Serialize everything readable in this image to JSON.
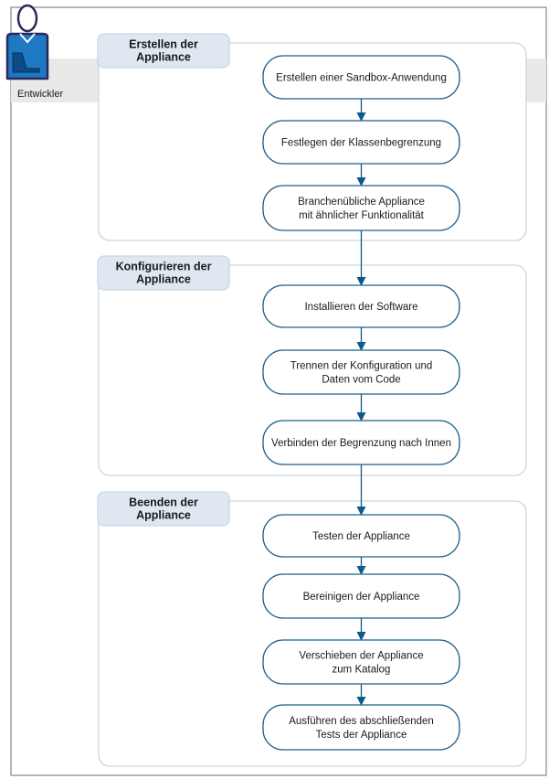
{
  "actor": {
    "label": "Entwickler"
  },
  "colors": {
    "arrow": "#0d5a8a",
    "step_border": "#1f5f8b",
    "phase_border": "#c8d7e4",
    "header_fill": "#dfe8f1",
    "lane_band": "#e9e9e9",
    "actor_blue": "#1e78c2"
  },
  "phases": [
    {
      "title": [
        "Erstellen der",
        "Appliance"
      ],
      "steps": [
        [
          "Erstellen einer Sandbox-Anwendung"
        ],
        [
          "Festlegen der Klassenbegrenzung"
        ],
        [
          "Branchenübliche Appliance",
          "mit ähnlicher Funktionalität"
        ]
      ]
    },
    {
      "title": [
        "Konfigurieren der",
        "Appliance"
      ],
      "steps": [
        [
          "Installieren der Software"
        ],
        [
          "Trennen der Konfiguration und",
          "Daten vom Code"
        ],
        [
          "Verbinden der Begrenzung nach Innen"
        ]
      ]
    },
    {
      "title": [
        "Beenden der",
        "Appliance"
      ],
      "steps": [
        [
          "Testen der Appliance"
        ],
        [
          "Bereinigen der Appliance"
        ],
        [
          "Verschieben der Appliance",
          "zum Katalog"
        ],
        [
          "Ausführen des abschließenden",
          "Tests der Appliance"
        ]
      ]
    }
  ]
}
